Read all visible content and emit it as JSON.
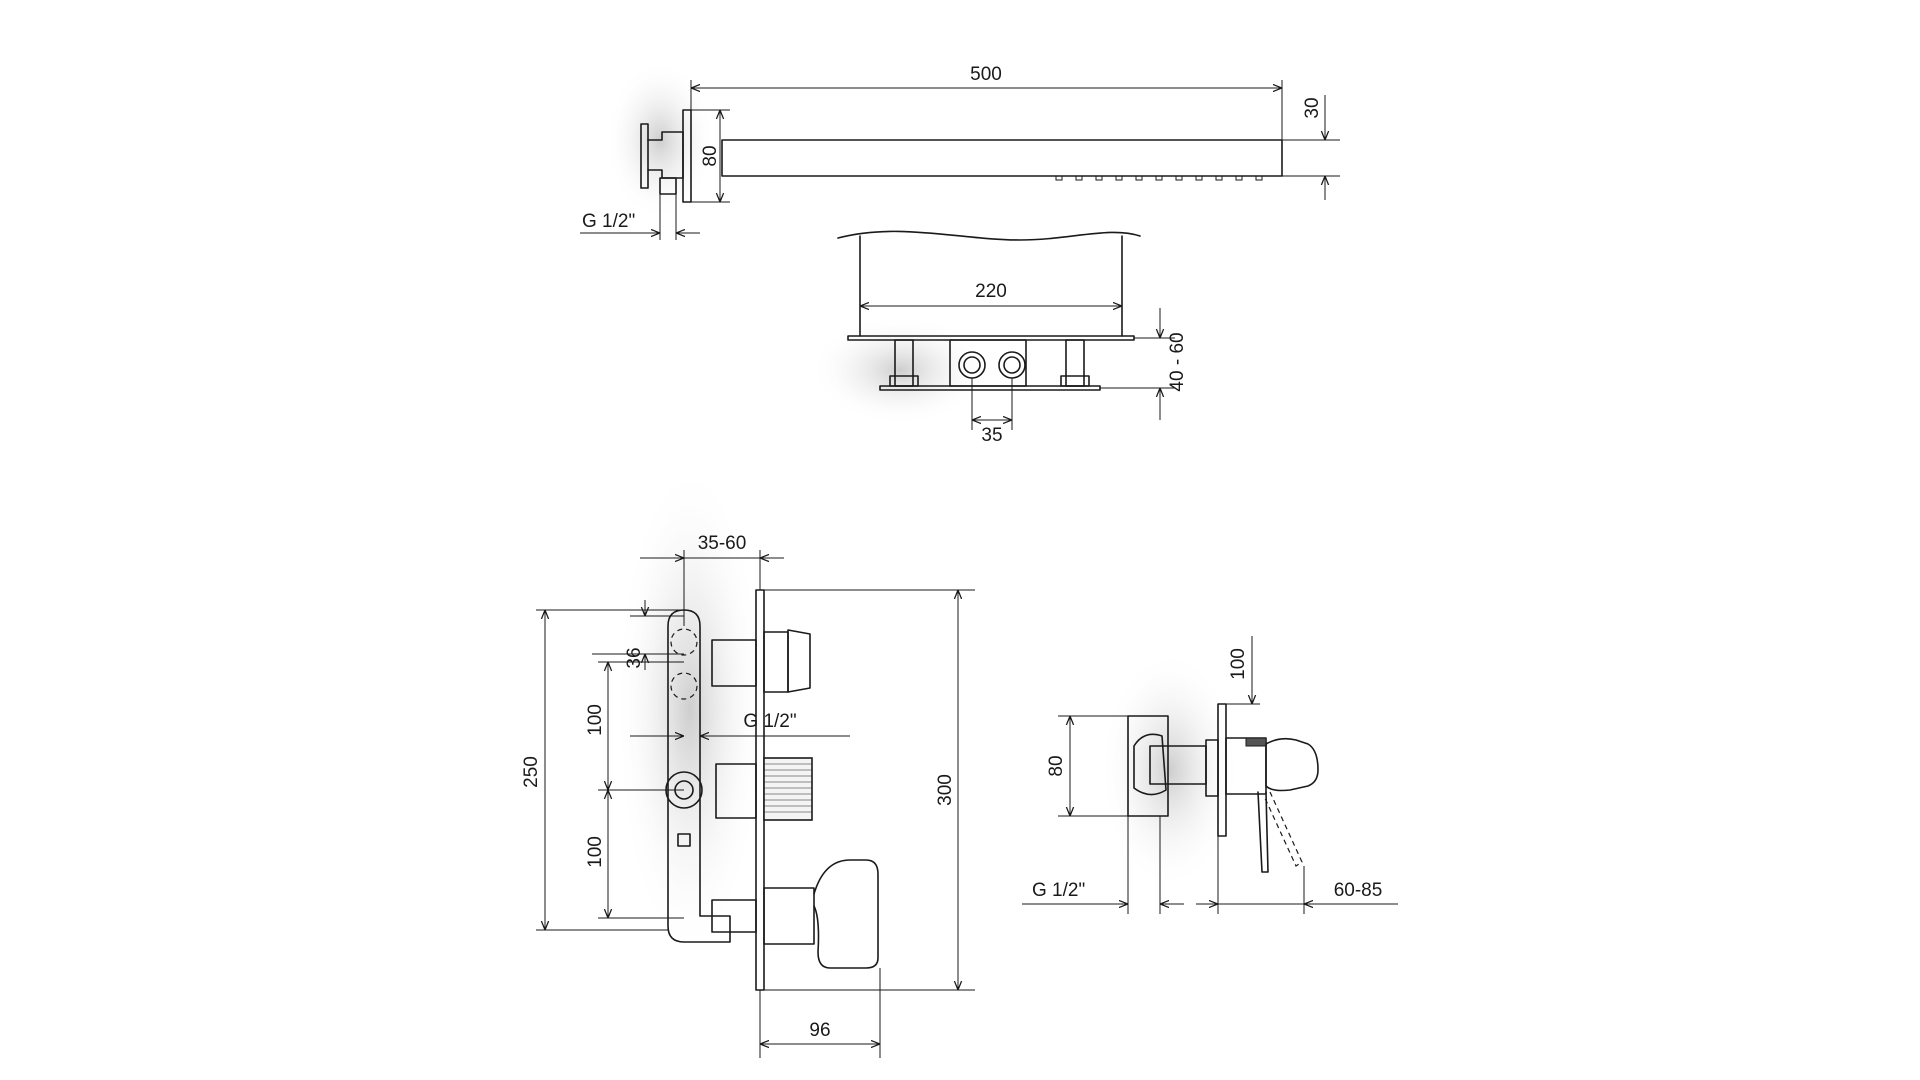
{
  "dimensions": {
    "arm_length": "500",
    "head_thickness": "30",
    "arm_height": "80",
    "arm_thread": "G 1/2\"",
    "box_width": "220",
    "box_depth": "40 - 60",
    "inlet_spacing": "35",
    "depth_range": "35-60",
    "port_spacing_top": "36",
    "port_spacing_1": "100",
    "port_spacing_2": "100",
    "body_height": "250",
    "plate_height": "300",
    "mixer_thread": "G 1/2\"",
    "plate_width": "96",
    "side_height": "80",
    "side_offset": "100",
    "side_thread": "G 1/2\"",
    "side_depth": "60-85"
  },
  "colors": {
    "line": "#1a1a1a",
    "shadow": "#d8d8d8",
    "background": "#ffffff"
  }
}
